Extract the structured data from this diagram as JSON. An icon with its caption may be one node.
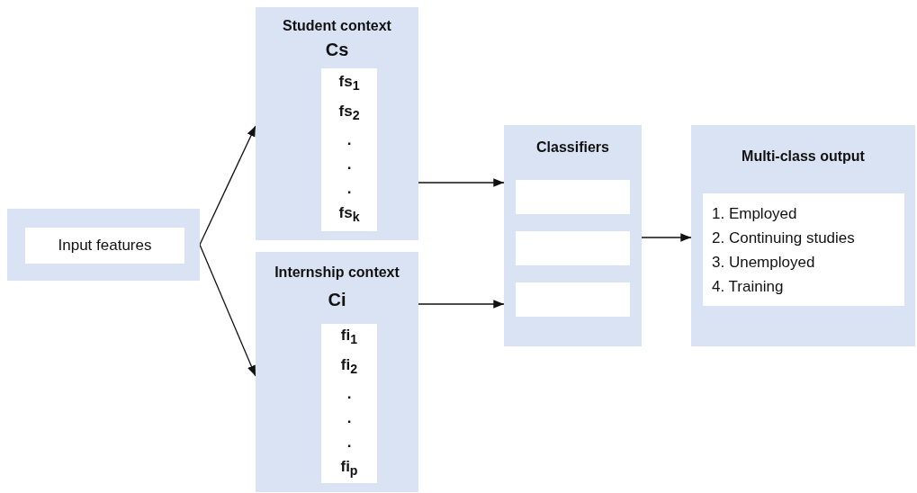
{
  "diagram": {
    "nodes": [
      {
        "text": [],
        "shape": "box"
      },
      {
        "text": [
          "Input features"
        ],
        "in": 0
      },
      {
        "text": [
          "Student context",
          "Cs"
        ]
      },
      {
        "text": [
          "fs$_{1}$",
          "fs$_{2}$",
          ".",
          ".",
          ".",
          "fs$_{k}$"
        ],
        "in": 2
      },
      {
        "text": [
          "Internship context",
          "Ci"
        ]
      },
      {
        "text": [
          "fi$_{1}$",
          "fi$_{2}$",
          ".",
          ".",
          ".",
          "fi$_{p}$"
        ],
        "in": 4
      },
      {
        "text": [
          "Classifiers"
        ]
      },
      {
        "text": [],
        "shape": "box",
        "in": 6
      },
      {
        "text": [],
        "shape": "box",
        "in": 6
      },
      {
        "text": [],
        "shape": "box",
        "in": 6
      },
      {
        "text": [
          "Multi-class output"
        ]
      },
      {
        "text": [
          "1. Employed",
          "2. Continuing studies",
          "3. Unemployed",
          "4. Training"
        ],
        "in": 10
      }
    ],
    "edges": [
      {
        "from": 0,
        "to": 2,
        "arrow": "to"
      },
      {
        "from": 0,
        "to": 4,
        "arrow": "to"
      },
      {
        "from": 2,
        "to": 6,
        "arrow": "to"
      },
      {
        "from": 4,
        "to": 6,
        "arrow": "to"
      },
      {
        "from": 6,
        "to": 10,
        "arrow": "to"
      }
    ]
  }
}
